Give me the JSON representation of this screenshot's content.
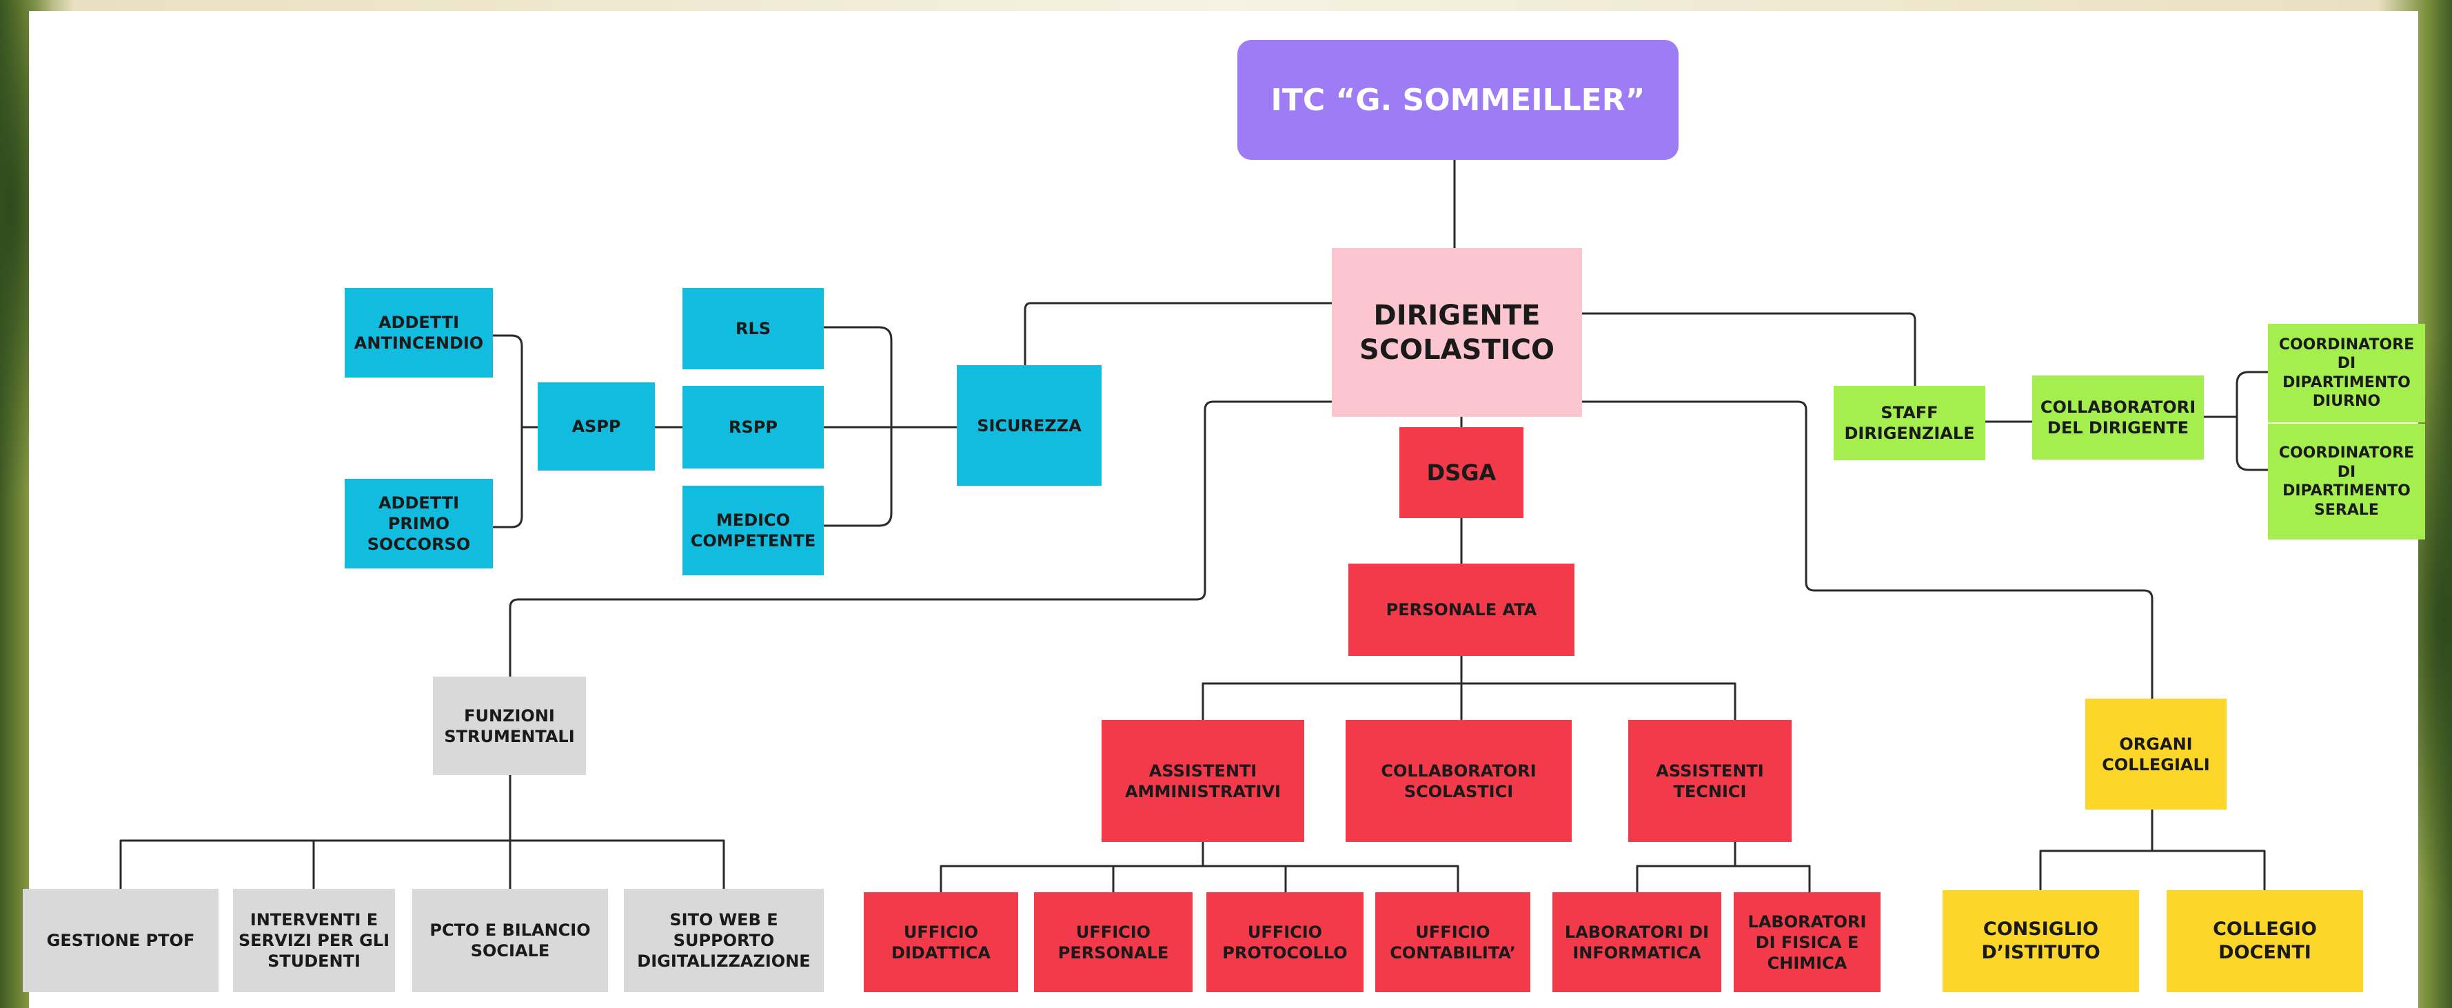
{
  "top": "ITC “G. SOMMEILLER”",
  "dirigente": "DIRIGENTE\nSCOLASTICO",
  "sicurezza": {
    "addetti_antincendio": "ADDETTI\nANTINCENDIO",
    "addetti_primo_soccorso": "ADDETTI\nPRIMO\nSOCCORSO",
    "aspp": "ASPP",
    "rls": "RLS",
    "rspp": "RSPP",
    "medico": "MEDICO\nCOMPETENTE",
    "sicurezza": "SICUREZZA"
  },
  "staff": {
    "staff": "STAFF\nDIRIGENZIALE",
    "collaboratori": "COLLABORATORI\nDEL DIRIGENTE",
    "coord_diurno": "COORDINATORE\nDI\nDIPARTIMENTO\nDIURNO",
    "coord_serale": "COORDINATORE\nDI\nDIPARTIMENTO\nSERALE"
  },
  "dsga": {
    "dsga": "DSGA",
    "personale_ata": "PERSONALE ATA",
    "assistenti_amm": "ASSISTENTI\nAMMINISTRATIVI",
    "collaboratori_scol": "COLLABORATORI\nSCOLASTICI",
    "assistenti_tec": "ASSISTENTI\nTECNICI",
    "uff_didattica": "UFFICIO\nDIDATTICA",
    "uff_personale": "UFFICIO\nPERSONALE",
    "uff_protocollo": "UFFICIO\nPROTOCOLLO",
    "uff_contabilita": "UFFICIO\nCONTABILITA’",
    "lab_informatica": "LABORATORI DI\nINFORMATICA",
    "lab_fisica": "LABORATORI\nDI FISICA E\nCHIMICA"
  },
  "funzioni": {
    "funzioni": "FUNZIONI\nSTRUMENTALI",
    "gestione_ptof": "GESTIONE PTOF",
    "interventi": "INTERVENTI E\nSERVIZI PER GLI\nSTUDENTI",
    "pcto": "PCTO E BILANCIO\nSOCIALE",
    "sito_web": "SITO WEB E\nSUPPORTO\nDIGITALIZZAZIONE"
  },
  "organi": {
    "organi": "ORGANI\nCOLLEGIALI",
    "consiglio": "CONSIGLIO\nD’ISTITUTO",
    "collegio": "COLLEGIO\nDOCENTI"
  },
  "colors": {
    "cyan": "#12bcde",
    "gray": "#d9d9d9",
    "red": "#f23a4a",
    "green": "#a4ef4e",
    "yellow": "#fcd72a",
    "pink": "#fbc6d0",
    "purple": "#9d7cf6"
  }
}
